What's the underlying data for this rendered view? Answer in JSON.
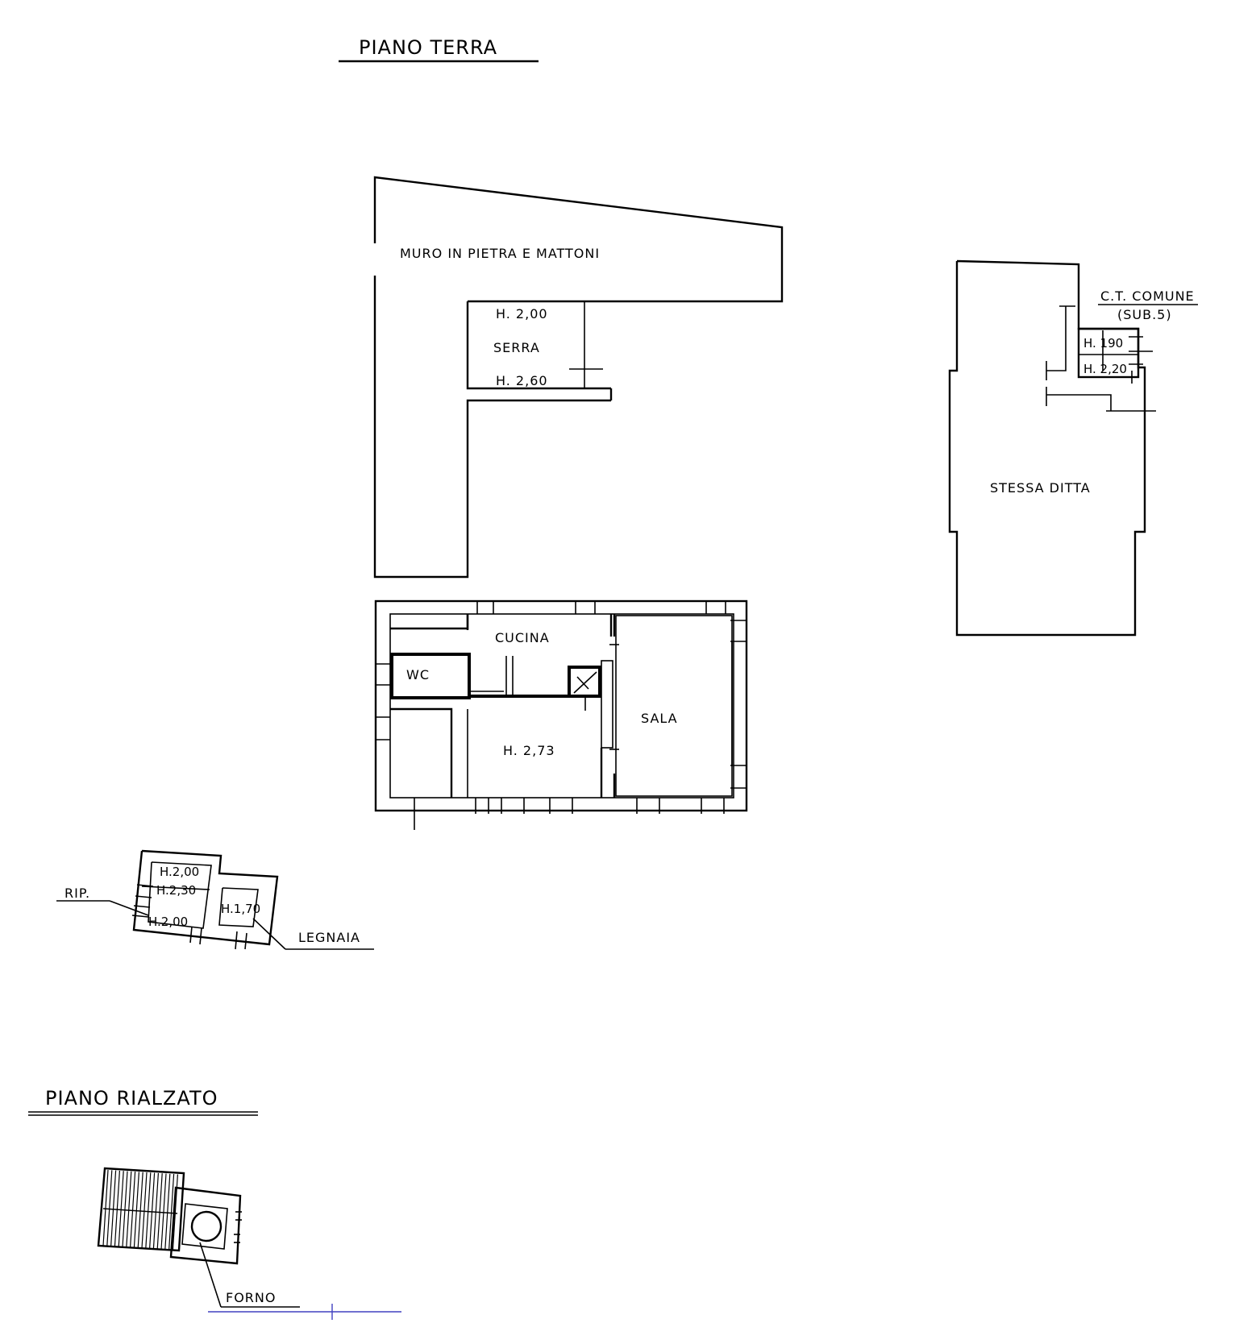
{
  "ground_floor": {
    "title": "PIANO    TERRA",
    "wall_label": "MURO  IN  PIETRA  E  MATTONI",
    "serra": {
      "name": "SERRA",
      "height_top": "H. 2,00",
      "height_bottom": "H. 2,60"
    },
    "rooms": {
      "cucina": "CUCINA",
      "wc": "WC",
      "sala": "SALA",
      "main_height": "H. 2,73"
    },
    "neighbour": {
      "name": "STESSA  DITTA",
      "ct_label": "C.T.  COMUNE",
      "ct_sub": "(SUB.5)",
      "h1": "H. 190",
      "h2": "H. 2,20"
    },
    "outbuilding": {
      "rip": "RIP.",
      "legnaia": "LEGNAIA",
      "h_a": "H.2,00",
      "h_b": "H.2,30",
      "h_c": "H.2,00",
      "h_d": "H.1,70"
    }
  },
  "raised_floor": {
    "title": "PIANO    RIALZATO",
    "forno": "FORNO"
  }
}
